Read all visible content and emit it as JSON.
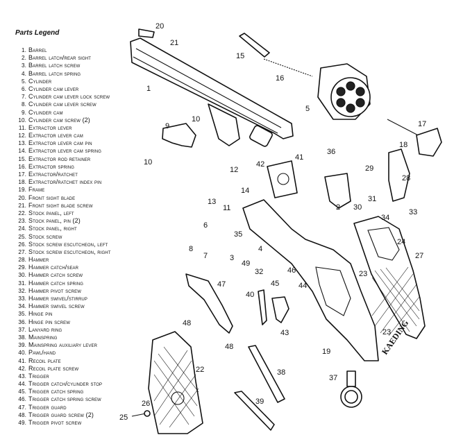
{
  "legend": {
    "title": "Parts Legend",
    "items": [
      {
        "num": "1.",
        "label": "Barrel"
      },
      {
        "num": "2.",
        "label": "Barrel latch/rear sight"
      },
      {
        "num": "3.",
        "label": "Barrel latch screw"
      },
      {
        "num": "4.",
        "label": "Barrel latch spring"
      },
      {
        "num": "5.",
        "label": "Cylinder"
      },
      {
        "num": "6.",
        "label": "Cylinder cam lever"
      },
      {
        "num": "7.",
        "label": "Cylinder cam lever lock screw"
      },
      {
        "num": "8.",
        "label": "Cylinder cam lever screw"
      },
      {
        "num": "9.",
        "label": "Cylinder cam"
      },
      {
        "num": "10.",
        "label": "Cylinder cam screw (2)"
      },
      {
        "num": "11.",
        "label": "Extractor lever"
      },
      {
        "num": "12.",
        "label": "Extractor lever cam"
      },
      {
        "num": "13.",
        "label": "Extractor lever cam pin"
      },
      {
        "num": "14.",
        "label": "Extractor lever cam spring"
      },
      {
        "num": "15.",
        "label": "Extractor rod retainer"
      },
      {
        "num": "16.",
        "label": "Extractor spring"
      },
      {
        "num": "17.",
        "label": "Extractor/ratchet"
      },
      {
        "num": "18.",
        "label": "Extractor/ratchet index pin"
      },
      {
        "num": "19.",
        "label": "Frame"
      },
      {
        "num": "20.",
        "label": "Front sight blade"
      },
      {
        "num": "21.",
        "label": "Front sight blade screw"
      },
      {
        "num": "22.",
        "label": "Stock panel, left"
      },
      {
        "num": "23.",
        "label": "Stock panel, pin (2)"
      },
      {
        "num": "24.",
        "label": "Stock panel, right"
      },
      {
        "num": "25.",
        "label": "Stock screw"
      },
      {
        "num": "26.",
        "label": "Stock screw escutcheon, left"
      },
      {
        "num": "27.",
        "label": "Stock screw escutcheon, right"
      },
      {
        "num": "28.",
        "label": "Hammer"
      },
      {
        "num": "29.",
        "label": "Hammer catch/sear"
      },
      {
        "num": "30.",
        "label": "Hammer catch screw"
      },
      {
        "num": "31.",
        "label": "Hammer catch spring"
      },
      {
        "num": "32.",
        "label": "Hammer pivot screw"
      },
      {
        "num": "33.",
        "label": "Hammer swivel/stirrup"
      },
      {
        "num": "34.",
        "label": "Hammer swivel screw"
      },
      {
        "num": "35.",
        "label": "Hinge pin"
      },
      {
        "num": "36.",
        "label": "Hinge pin screw"
      },
      {
        "num": "37.",
        "label": "Lanyard ring"
      },
      {
        "num": "38.",
        "label": "Mainspring"
      },
      {
        "num": "39.",
        "label": "Mainspring auxiliary lever"
      },
      {
        "num": "40.",
        "label": "Pawl/hand"
      },
      {
        "num": "41.",
        "label": "Recoil plate"
      },
      {
        "num": "42.",
        "label": "Recoil plate screw"
      },
      {
        "num": "43.",
        "label": "Trigger"
      },
      {
        "num": "44.",
        "label": "Trigger catch/cylinder stop"
      },
      {
        "num": "45.",
        "label": "Trigger catch spring"
      },
      {
        "num": "46.",
        "label": "Trigger catch spring screw"
      },
      {
        "num": "47.",
        "label": "Trigger guard"
      },
      {
        "num": "48.",
        "label": "Trigger guard screw (2)"
      },
      {
        "num": "49.",
        "label": "Trigger pivot screw"
      }
    ]
  },
  "callouts": {
    "c1": "1",
    "c2": "2",
    "c3": "3",
    "c4": "4",
    "c5": "5",
    "c6": "6",
    "c7": "7",
    "c8": "8",
    "c9": "9",
    "c10a": "10",
    "c10b": "10",
    "c11": "11",
    "c12": "12",
    "c13": "13",
    "c14": "14",
    "c15": "15",
    "c16": "16",
    "c17": "17",
    "c18": "18",
    "c19": "19",
    "c20": "20",
    "c21": "21",
    "c22": "22",
    "c23a": "23",
    "c23b": "23",
    "c24": "24",
    "c25": "25",
    "c26": "26",
    "c27": "27",
    "c28": "28",
    "c29": "29",
    "c30": "30",
    "c31": "31",
    "c32": "32",
    "c33": "33",
    "c34": "34",
    "c35": "35",
    "c36": "36",
    "c37": "37",
    "c38": "38",
    "c39": "39",
    "c40": "40",
    "c41": "41",
    "c42": "42",
    "c43": "43",
    "c44": "44",
    "c45": "45",
    "c46": "46",
    "c47": "47",
    "c48a": "48",
    "c48b": "48",
    "c49": "49"
  },
  "signature": "KAEDING"
}
